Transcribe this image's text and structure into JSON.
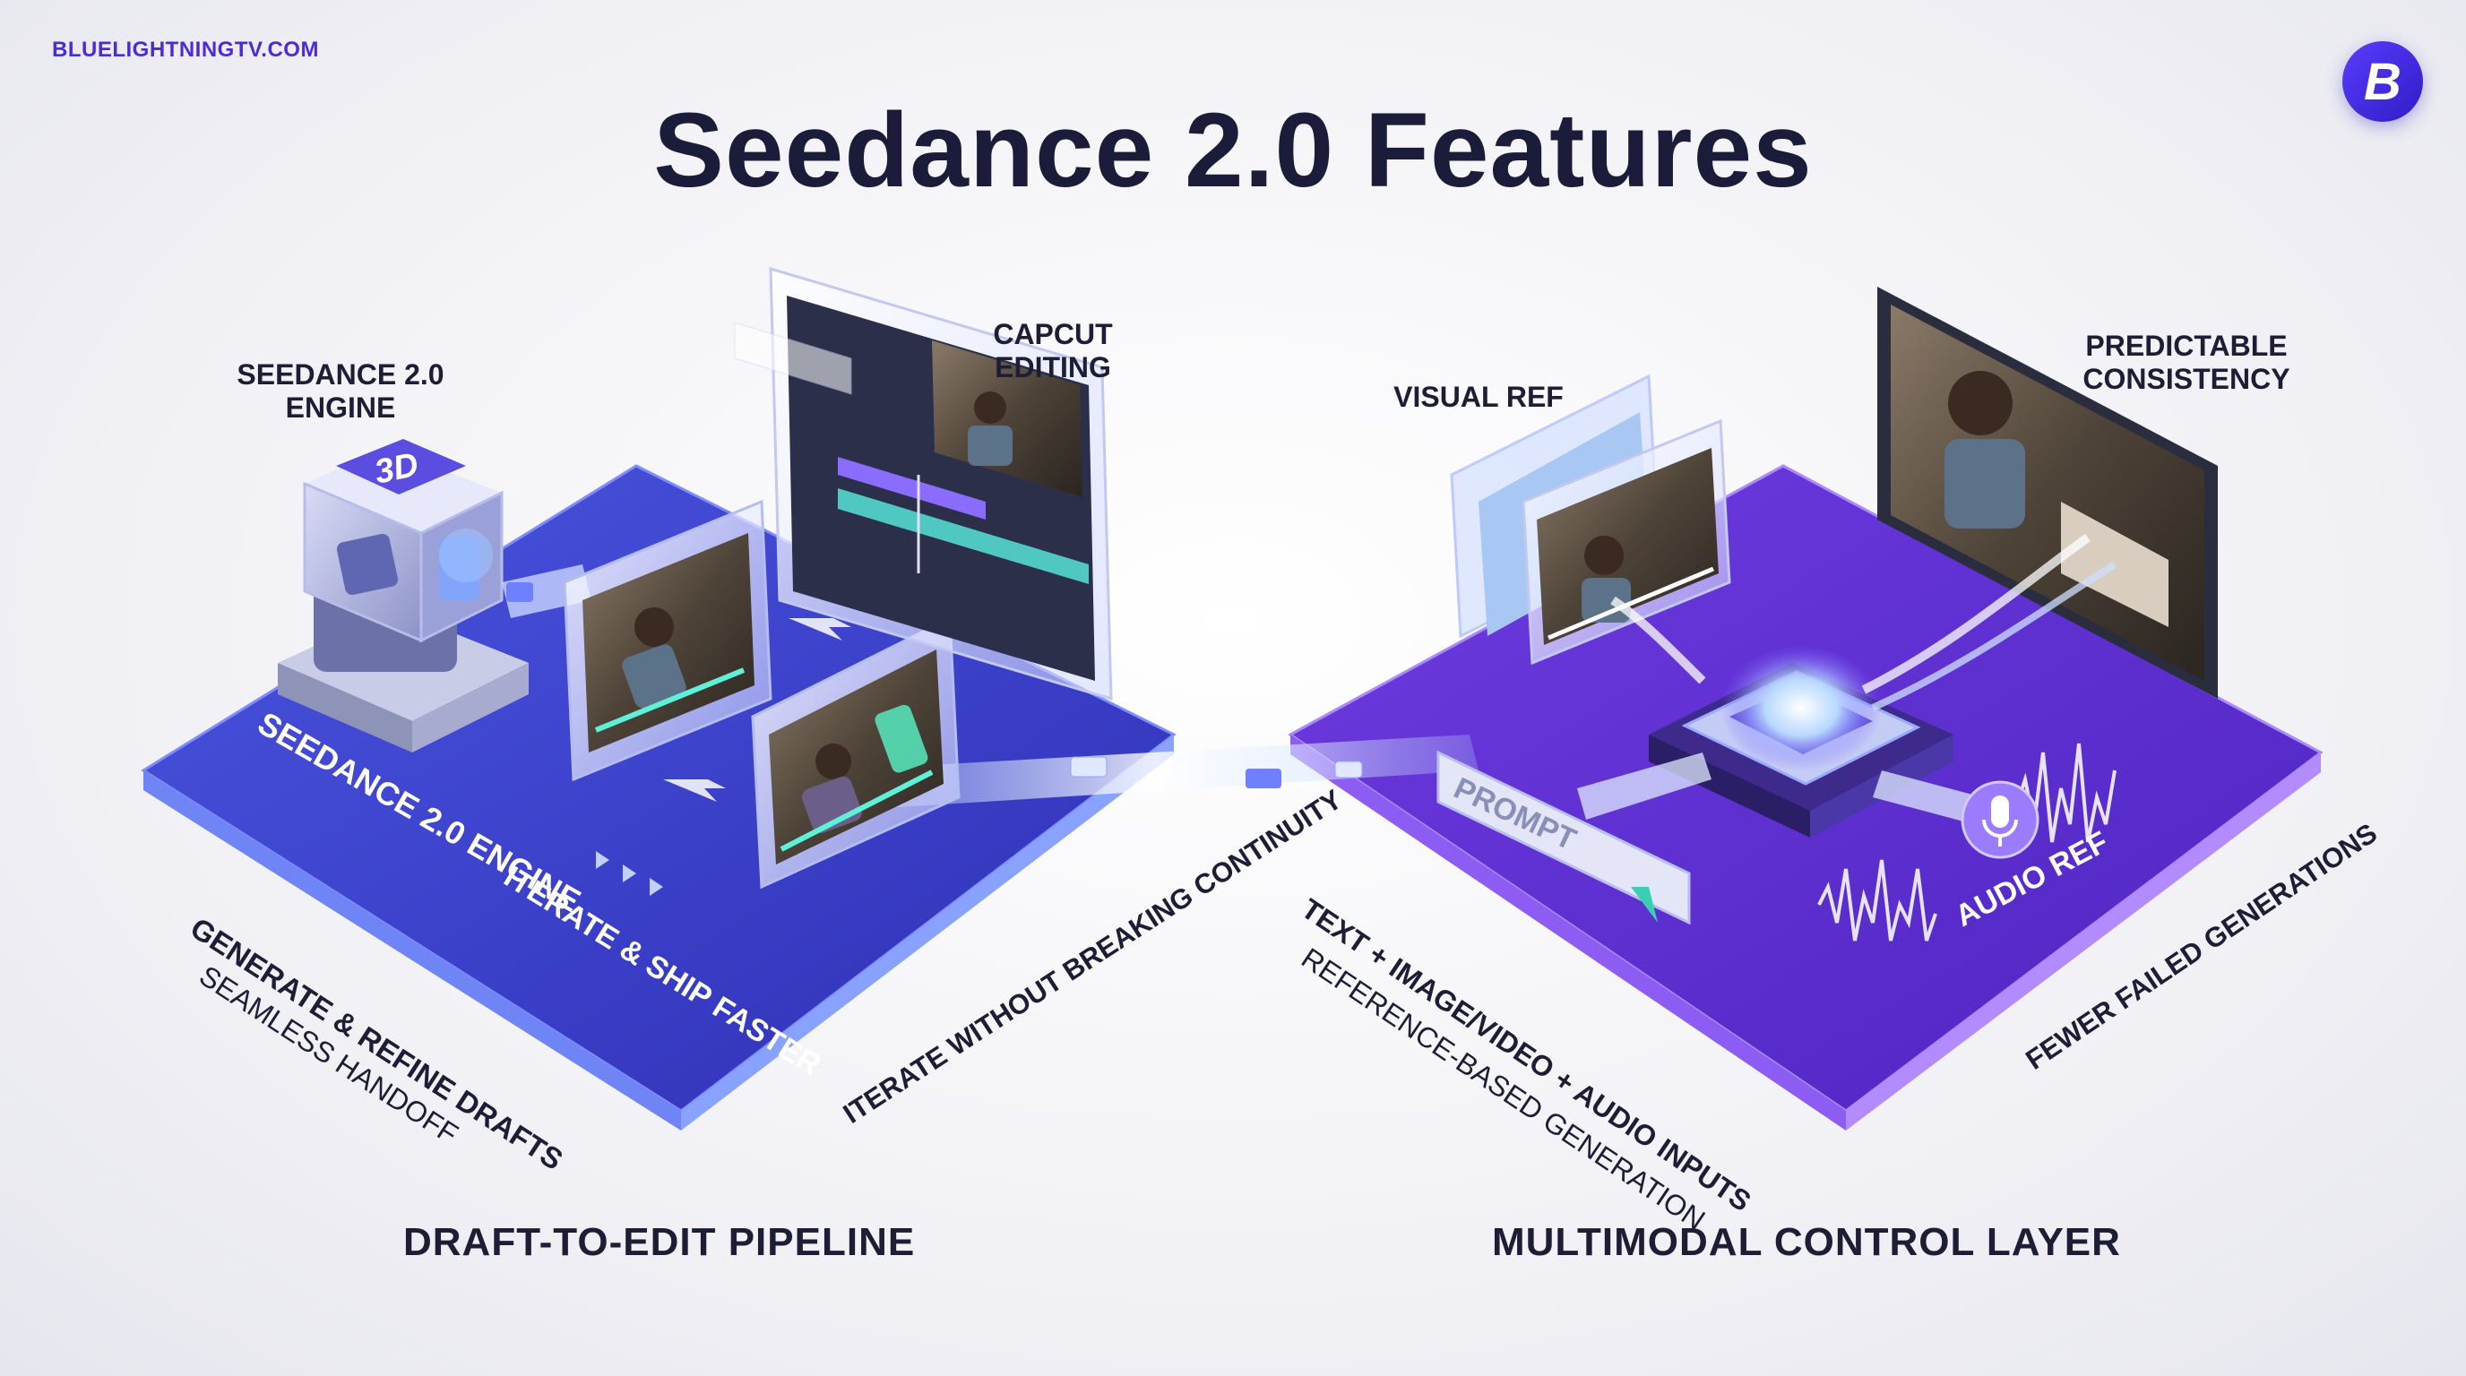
{
  "brand": {
    "url": "BLUELIGHTNINGTV.COM",
    "logo_letter": "B"
  },
  "title": "Seedance 2.0 Features",
  "left": {
    "section_label": "DRAFT-TO-EDIT PIPELINE",
    "engine_label": "SEEDANCE 2.0 ENGINE",
    "engine_plate_text": "SEEDANCE 2.0 ENGINE",
    "cube_badge": "3D",
    "capcut_label": "CAPCUT EDITING",
    "iterate_label": "ITERATE & SHIP FASTER",
    "generate_title": "GENERATE & REFINE DRAFTS",
    "generate_sub": "SEAMLESS HANDOFF",
    "continuity": "ITERATE WITHOUT BREAKING CONTINUITY"
  },
  "right": {
    "section_label": "MULTIMODAL CONTROL LAYER",
    "visual_ref": "VISUAL REF",
    "predictable": "PREDICTABLE CONSISTENCY",
    "prompt": "PROMPT",
    "audio_ref": "AUDIO REF",
    "inputs_title": "TEXT + IMAGE/VIDEO + AUDIO INPUTS",
    "inputs_sub": "REFERENCE-BASED GENERATION",
    "fewer_failed": "FEWER FAILED GENERATIONS"
  },
  "colors": {
    "left_platform": "#3d3fc9",
    "right_platform": "#6a32d8",
    "accent": "#4b2bd8",
    "title": "#1b1b3a"
  }
}
